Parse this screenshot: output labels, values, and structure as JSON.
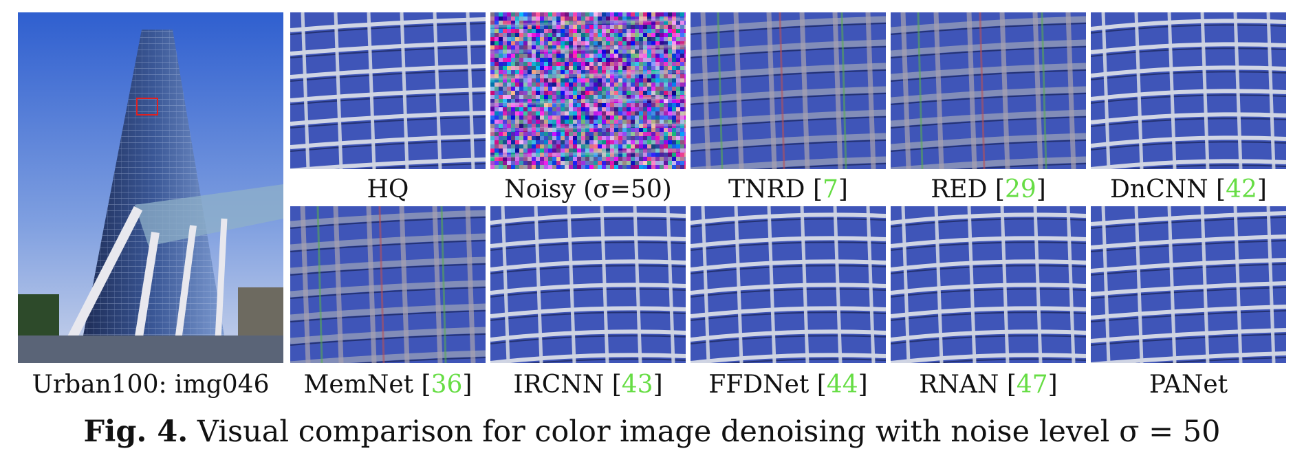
{
  "main_image": {
    "label": "Urban100: img046"
  },
  "patches": [
    {
      "name": "HQ",
      "ref": "",
      "kind": "clean"
    },
    {
      "name": "Noisy (σ=50)",
      "ref": "",
      "kind": "noisy"
    },
    {
      "name": "TNRD [",
      "ref": "7",
      "close": "]",
      "kind": "blur"
    },
    {
      "name": "RED [",
      "ref": "29",
      "close": "]",
      "kind": "blur"
    },
    {
      "name": "DnCNN [",
      "ref": "42",
      "close": "]",
      "kind": "wavy"
    },
    {
      "name": "MemNet [",
      "ref": "36",
      "close": "]",
      "kind": "blur"
    },
    {
      "name": "IRCNN [",
      "ref": "43",
      "close": "]",
      "kind": "wavy"
    },
    {
      "name": "FFDNet [",
      "ref": "44",
      "close": "]",
      "kind": "wavy"
    },
    {
      "name": "RNAN [",
      "ref": "47",
      "close": "]",
      "kind": "wavy"
    },
    {
      "name": "PANet",
      "ref": "",
      "kind": "clean"
    }
  ],
  "caption": {
    "prefix": "Fig. 4.",
    "text": "Visual comparison for color image denoising with noise level σ = 50"
  },
  "colors": {
    "reference": "#66dd44",
    "selection_box": "#e02020"
  }
}
